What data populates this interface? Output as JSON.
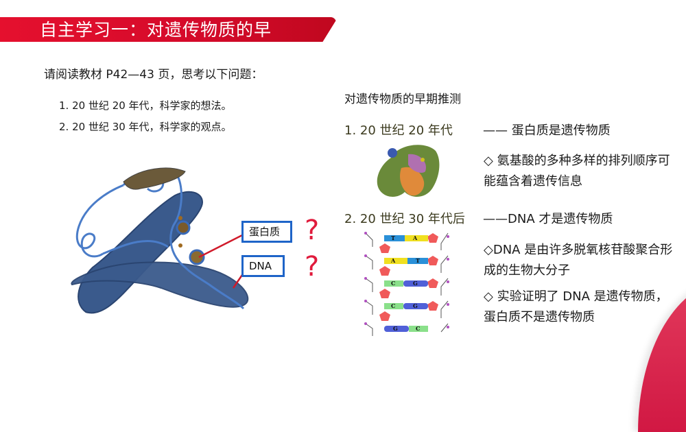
{
  "slide": {
    "title": "自主学习一：对遗传物质的早",
    "intro": "请阅读教材 P42—43 页，思考以下问题：",
    "questions": [
      "1. 20 世纪 20 年代，科学家的想法。",
      "2. 20 世纪 30 年代，科学家的观点。"
    ],
    "figure_labels": {
      "protein": "蛋白质",
      "dna": "DNA",
      "question_mark": "?"
    },
    "right_heading": "对遗传物质的早期推测",
    "eras": [
      {
        "label": "1. 20 世纪 20 年代",
        "claim": "—— 蛋白质是遗传物质",
        "bullets": [
          "◇ 氨基酸的多种多样的排列顺序可能蕴含着遗传信息"
        ]
      },
      {
        "label": "2. 20 世纪 30 年代后",
        "claim": "——DNA 才是遗传物质",
        "bullets": [
          "◇DNA 是由许多脱氧核苷酸聚合形成的生物大分子",
          "◇ 实验证明了 DNA 是遗传物质，蛋白质不是遗传物质"
        ]
      }
    ],
    "dna_base_pairs": [
      {
        "left": "T",
        "right": "A"
      },
      {
        "left": "A",
        "right": "T"
      },
      {
        "left": "C",
        "right": "G"
      },
      {
        "left": "C",
        "right": "G"
      },
      {
        "left": "G",
        "right": "C"
      }
    ],
    "colors": {
      "title_red": "#d40a2a",
      "accent_red": "#e01b3c",
      "label_blue": "#1e64c8",
      "era_olive": "#3b3a1e"
    }
  }
}
